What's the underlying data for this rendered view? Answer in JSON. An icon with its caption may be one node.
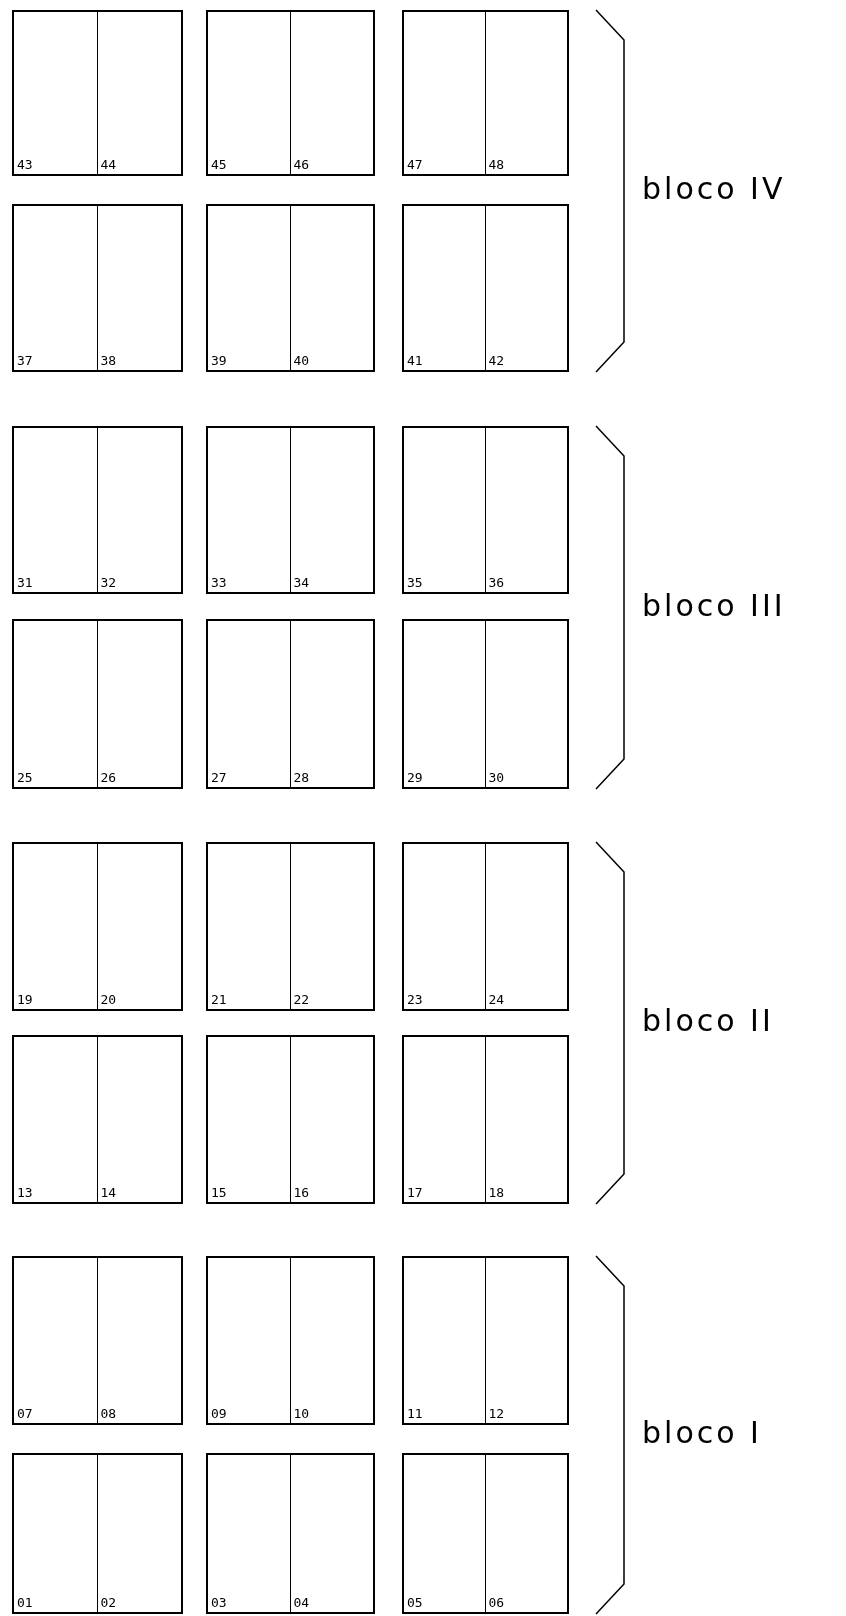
{
  "diagram": {
    "nodes": [
      {
        "text": [],
        "shape": "box"
      },
      {
        "text": [
          "43"
        ],
        "in": 0
      },
      {
        "text": [
          "44"
        ],
        "in": 0
      },
      {
        "text": [],
        "shape": "box"
      },
      {
        "text": [
          "45"
        ],
        "in": 3
      },
      {
        "text": [
          "46"
        ],
        "in": 3
      },
      {
        "text": [],
        "shape": "box"
      },
      {
        "text": [
          "47"
        ],
        "in": 6
      },
      {
        "text": [
          "48"
        ],
        "in": 6
      },
      {
        "text": [],
        "shape": "box"
      },
      {
        "text": [
          "37"
        ],
        "in": 9
      },
      {
        "text": [
          "38"
        ],
        "in": 9
      },
      {
        "text": [],
        "shape": "box"
      },
      {
        "text": [
          "39"
        ],
        "in": 12
      },
      {
        "text": [
          "40"
        ],
        "in": 12
      },
      {
        "text": [],
        "shape": "box"
      },
      {
        "text": [
          "41"
        ],
        "in": 15
      },
      {
        "text": [
          "42"
        ],
        "in": 15
      },
      {
        "text": [],
        "shape": "box"
      },
      {
        "text": [
          "31"
        ],
        "in": 18
      },
      {
        "text": [
          "32"
        ],
        "in": 18
      },
      {
        "text": [],
        "shape": "box"
      },
      {
        "text": [
          "33"
        ],
        "in": 21
      },
      {
        "text": [
          "34"
        ],
        "in": 21
      },
      {
        "text": [],
        "shape": "box"
      },
      {
        "text": [
          "35"
        ],
        "in": 24
      },
      {
        "text": [
          "36"
        ],
        "in": 24
      },
      {
        "text": [],
        "shape": "box"
      },
      {
        "text": [
          "25"
        ],
        "in": 27
      },
      {
        "text": [
          "26"
        ],
        "in": 27
      },
      {
        "text": [],
        "shape": "box"
      },
      {
        "text": [
          "27"
        ],
        "in": 30
      },
      {
        "text": [
          "28"
        ],
        "in": 30
      },
      {
        "text": [],
        "shape": "box"
      },
      {
        "text": [
          "29"
        ],
        "in": 33
      },
      {
        "text": [
          "30"
        ],
        "in": 33
      },
      {
        "text": [],
        "shape": "box"
      },
      {
        "text": [
          "19"
        ],
        "in": 36
      },
      {
        "text": [
          "20"
        ],
        "in": 36
      },
      {
        "text": [],
        "shape": "box"
      },
      {
        "text": [
          "21"
        ],
        "in": 39
      },
      {
        "text": [
          "22"
        ],
        "in": 39
      },
      {
        "text": [],
        "shape": "box"
      },
      {
        "text": [
          "23"
        ],
        "in": 42
      },
      {
        "text": [
          "24"
        ],
        "in": 42
      },
      {
        "text": [],
        "shape": "box"
      },
      {
        "text": [
          "13"
        ],
        "in": 45
      },
      {
        "text": [
          "14"
        ],
        "in": 45
      },
      {
        "text": [],
        "shape": "box"
      },
      {
        "text": [
          "15"
        ],
        "in": 48
      },
      {
        "text": [
          "16"
        ],
        "in": 48
      },
      {
        "text": [],
        "shape": "box"
      },
      {
        "text": [
          "17"
        ],
        "in": 51
      },
      {
        "text": [
          "18"
        ],
        "in": 51
      },
      {
        "text": [],
        "shape": "box"
      },
      {
        "text": [
          "07"
        ],
        "in": 54
      },
      {
        "text": [
          "08"
        ],
        "in": 54
      },
      {
        "text": [],
        "shape": "box"
      },
      {
        "text": [
          "09"
        ],
        "in": 57
      },
      {
        "text": [
          "10"
        ],
        "in": 57
      },
      {
        "text": [],
        "shape": "box"
      },
      {
        "text": [
          "11"
        ],
        "in": 60
      },
      {
        "text": [
          "12"
        ],
        "in": 60
      },
      {
        "text": [],
        "shape": "box"
      },
      {
        "text": [
          "01"
        ],
        "in": 63
      },
      {
        "text": [
          "02"
        ],
        "in": 63
      },
      {
        "text": [],
        "shape": "box"
      },
      {
        "text": [
          "03"
        ],
        "in": 66
      },
      {
        "text": [
          "04"
        ],
        "in": 66
      },
      {
        "text": [],
        "shape": "box"
      },
      {
        "text": [
          "05"
        ],
        "in": 69
      },
      {
        "text": [
          "06"
        ],
        "in": 69
      }
    ],
    "labels": [
      "bloco IV",
      "bloco III",
      "bloco II",
      "bloco I"
    ]
  }
}
